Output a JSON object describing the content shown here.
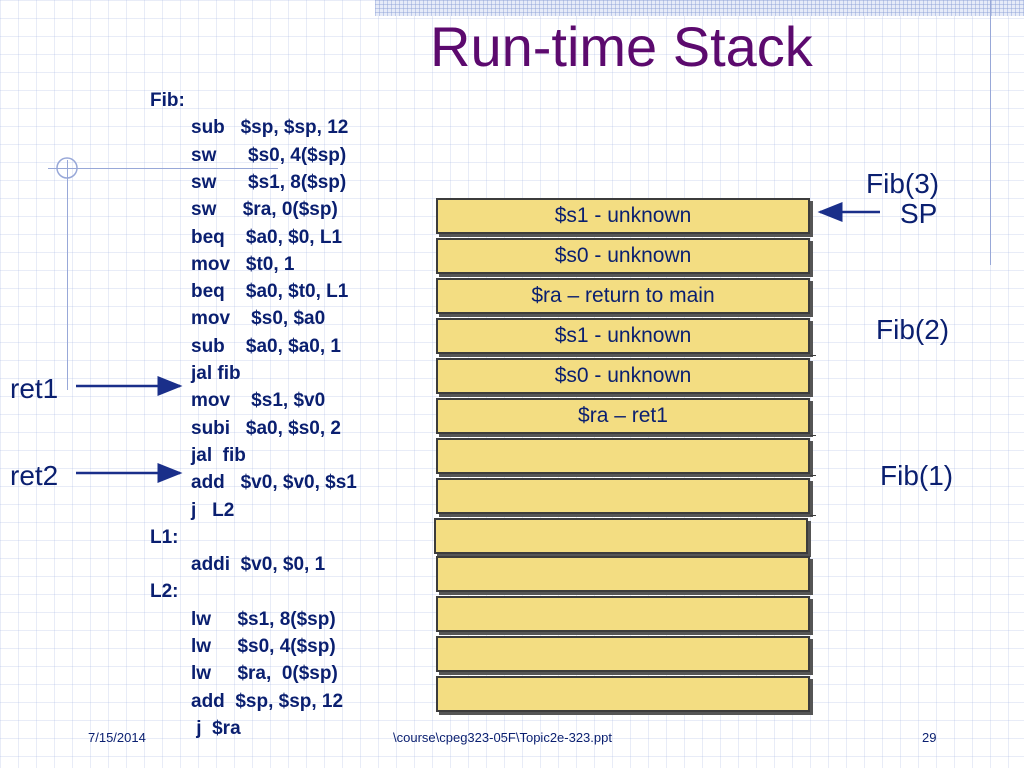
{
  "slide": {
    "title": "Run-time Stack",
    "code_lines": [
      "Fib:",
      "sub   $sp, $sp, 12",
      "sw      $s0, 4($sp)",
      "sw      $s1, 8($sp)",
      "sw     $ra, 0($sp)",
      "beq    $a0, $0, L1",
      "mov   $t0, 1",
      "beq    $a0, $t0, L1",
      "mov    $s0, $a0",
      "sub    $a0, $a0, 1",
      "jal fib",
      "mov    $s1, $v0",
      "subi   $a0, $s0, 2",
      "jal  fib",
      "add   $v0, $v0, $s1",
      "j   L2",
      "L1:",
      "addi  $v0, $0, 1",
      "L2:",
      "lw     $s1, 8($sp)",
      "lw     $s0, 4($sp)",
      "lw     $ra,  0($sp)",
      "add  $sp, $sp, 12",
      " j  $ra"
    ],
    "stack_entries": [
      "$s1 - unknown",
      "$s0 - unknown",
      "$ra – return to main",
      "$s1 - unknown",
      "$s0 - unknown",
      "$ra – ret1",
      "",
      "",
      "",
      "",
      "",
      "",
      ""
    ],
    "labels": {
      "fib3": "Fib(3)",
      "sp": "SP",
      "fib2": "Fib(2)",
      "fib1": "Fib(1)",
      "ret1": "ret1",
      "ret2": "ret2"
    },
    "footer": {
      "date": "7/15/2014",
      "path": "\\course\\cpeg323-05F\\Topic2e-323.ppt",
      "page": "29"
    },
    "colors": {
      "title": "#5c0a6e",
      "text": "#0a1f70",
      "frame_fill": "#f3dd82"
    }
  }
}
